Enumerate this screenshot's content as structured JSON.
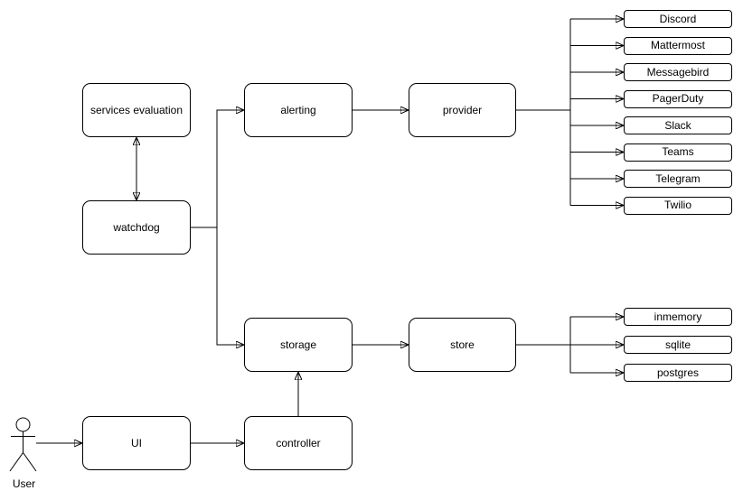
{
  "diagram": {
    "actor": {
      "label": "User"
    },
    "nodes": {
      "services_evaluation": "services evaluation",
      "watchdog": "watchdog",
      "alerting": "alerting",
      "provider": "provider",
      "storage": "storage",
      "store": "store",
      "ui": "UI",
      "controller": "controller"
    },
    "providers": [
      "Discord",
      "Mattermost",
      "Messagebird",
      "PagerDuty",
      "Slack",
      "Teams",
      "Telegram",
      "Twilio"
    ],
    "stores": [
      "inmemory",
      "sqlite",
      "postgres"
    ],
    "edges": [
      {
        "from": "services evaluation",
        "to": "watchdog",
        "direction": "bidirectional"
      },
      {
        "from": "watchdog",
        "to": "alerting",
        "direction": "forward"
      },
      {
        "from": "watchdog",
        "to": "storage",
        "direction": "forward"
      },
      {
        "from": "alerting",
        "to": "provider",
        "direction": "forward"
      },
      {
        "from": "provider",
        "to": "Discord",
        "direction": "forward"
      },
      {
        "from": "provider",
        "to": "Mattermost",
        "direction": "forward"
      },
      {
        "from": "provider",
        "to": "Messagebird",
        "direction": "forward"
      },
      {
        "from": "provider",
        "to": "PagerDuty",
        "direction": "forward"
      },
      {
        "from": "provider",
        "to": "Slack",
        "direction": "forward"
      },
      {
        "from": "provider",
        "to": "Teams",
        "direction": "forward"
      },
      {
        "from": "provider",
        "to": "Telegram",
        "direction": "forward"
      },
      {
        "from": "provider",
        "to": "Twilio",
        "direction": "forward"
      },
      {
        "from": "storage",
        "to": "store",
        "direction": "forward"
      },
      {
        "from": "store",
        "to": "inmemory",
        "direction": "forward"
      },
      {
        "from": "store",
        "to": "sqlite",
        "direction": "forward"
      },
      {
        "from": "store",
        "to": "postgres",
        "direction": "forward"
      },
      {
        "from": "User",
        "to": "UI",
        "direction": "forward"
      },
      {
        "from": "UI",
        "to": "controller",
        "direction": "forward"
      },
      {
        "from": "controller",
        "to": "storage",
        "direction": "forward"
      }
    ],
    "colors": {
      "stroke": "#000000",
      "node_fill": "#ffffff",
      "background": "#ffffff",
      "text": "#000000"
    }
  }
}
